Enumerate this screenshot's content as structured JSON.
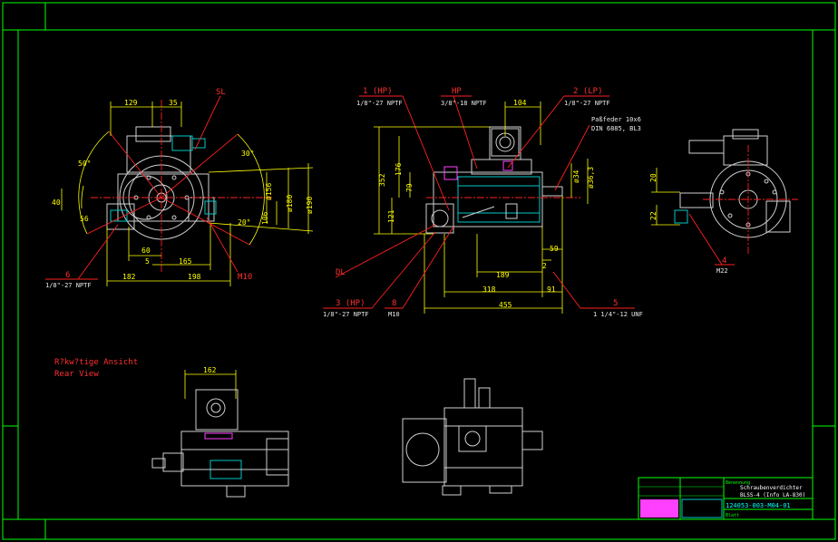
{
  "colors": {
    "background": "#000000",
    "frame": "#00ff00",
    "dimension": "#ffff00",
    "label_red": "#ff3030",
    "geometry": "#d0d0d0",
    "cyan": "#00c8c8",
    "magenta": "#ff40ff"
  },
  "view_left": {
    "dims": {
      "d129": "129",
      "d35": "35",
      "d50": "50°",
      "d30": "30°",
      "d40": "40",
      "d56": "56",
      "d20": "20°",
      "d156": "ø156",
      "d180": "ø180",
      "d190": "ø190",
      "d106": "106",
      "d60": "60",
      "d5": "5",
      "d165": "165",
      "d182": "182",
      "d198": "198"
    },
    "labels": {
      "sl": "SL",
      "m10": "M10",
      "item6": "6",
      "item6_thread": "1/8\"-27 NPTF"
    }
  },
  "view_center": {
    "labels": {
      "hp1": "1 (HP)",
      "hp1_thread": "1/8\"-27 NPTF",
      "hp": "HP",
      "hp_thread": "3/8\"-18 NPTF",
      "lp2": "2 (LP)",
      "lp2_thread": "1/8\"-27 NPTF",
      "key": "Paßfeder 10x6",
      "key_std": "DIN 6885, BL3",
      "dl": "DL",
      "hp3": "3 (HP)",
      "hp3_thread": "1/8\"-27 NPTF",
      "item8": "8",
      "item8_sub": "M10",
      "item5": "5",
      "item5_thread": "1 1/4\"-12 UNF"
    },
    "dims": {
      "d104": "104",
      "d352": "352",
      "d176": "176",
      "d121": "121",
      "d79": "79",
      "d34": "ø34",
      "d36": "ø36,3",
      "d59": "59",
      "d2": "2",
      "d189": "189",
      "d318": "318",
      "d91": "91",
      "d455": "455"
    }
  },
  "view_right": {
    "dims": {
      "d20": "20",
      "d22": "22"
    },
    "labels": {
      "item4": "4",
      "item4_sub": "M22"
    }
  },
  "rear": {
    "title_de": "R?kw?tige Ansicht",
    "title_en": "Rear View",
    "dim162": "162"
  },
  "title_block": {
    "name_label": "Benennung",
    "name1": "Schraubenverdichter",
    "name2": "BLSS-4 (Info LA-830)",
    "number": "124053-003-M04-01",
    "sheet": "Blatt"
  }
}
